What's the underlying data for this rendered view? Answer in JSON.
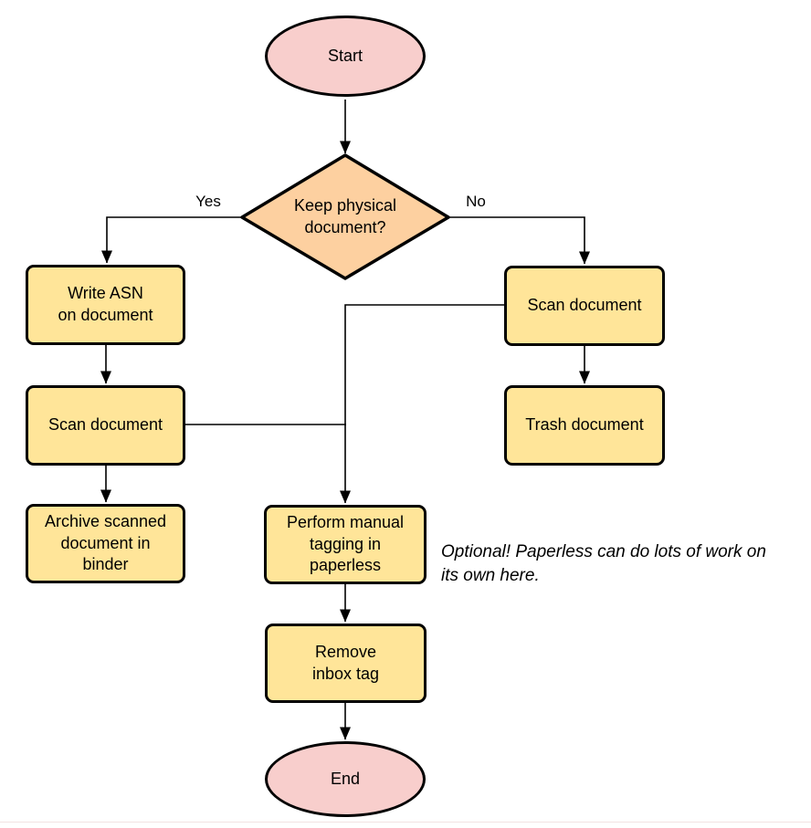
{
  "diagram": {
    "type": "flowchart",
    "nodes": {
      "start": {
        "label": "Start",
        "shape": "ellipse"
      },
      "decision": {
        "label": "Keep physical\ndocument?",
        "shape": "diamond"
      },
      "write_asn": {
        "label": "Write ASN\non document",
        "shape": "process"
      },
      "scan_left": {
        "label": "Scan document",
        "shape": "process"
      },
      "archive": {
        "label": "Archive scanned\ndocument in\nbinder",
        "shape": "process"
      },
      "scan_right": {
        "label": "Scan document",
        "shape": "process"
      },
      "trash": {
        "label": "Trash document",
        "shape": "process"
      },
      "tagging": {
        "label": "Perform manual\ntagging in\npaperless",
        "shape": "process"
      },
      "remove_inbox": {
        "label": "Remove\ninbox tag",
        "shape": "process"
      },
      "end": {
        "label": "End",
        "shape": "ellipse"
      }
    },
    "edge_labels": {
      "yes": "Yes",
      "no": "No"
    },
    "annotation": "Optional! Paperless can do lots of work on\nits own here.",
    "colors": {
      "terminal_fill": "#f8cecc",
      "decision_fill": "#fdd0a0",
      "process_fill": "#ffe599",
      "stroke": "#000000",
      "connector": "#000000"
    }
  }
}
